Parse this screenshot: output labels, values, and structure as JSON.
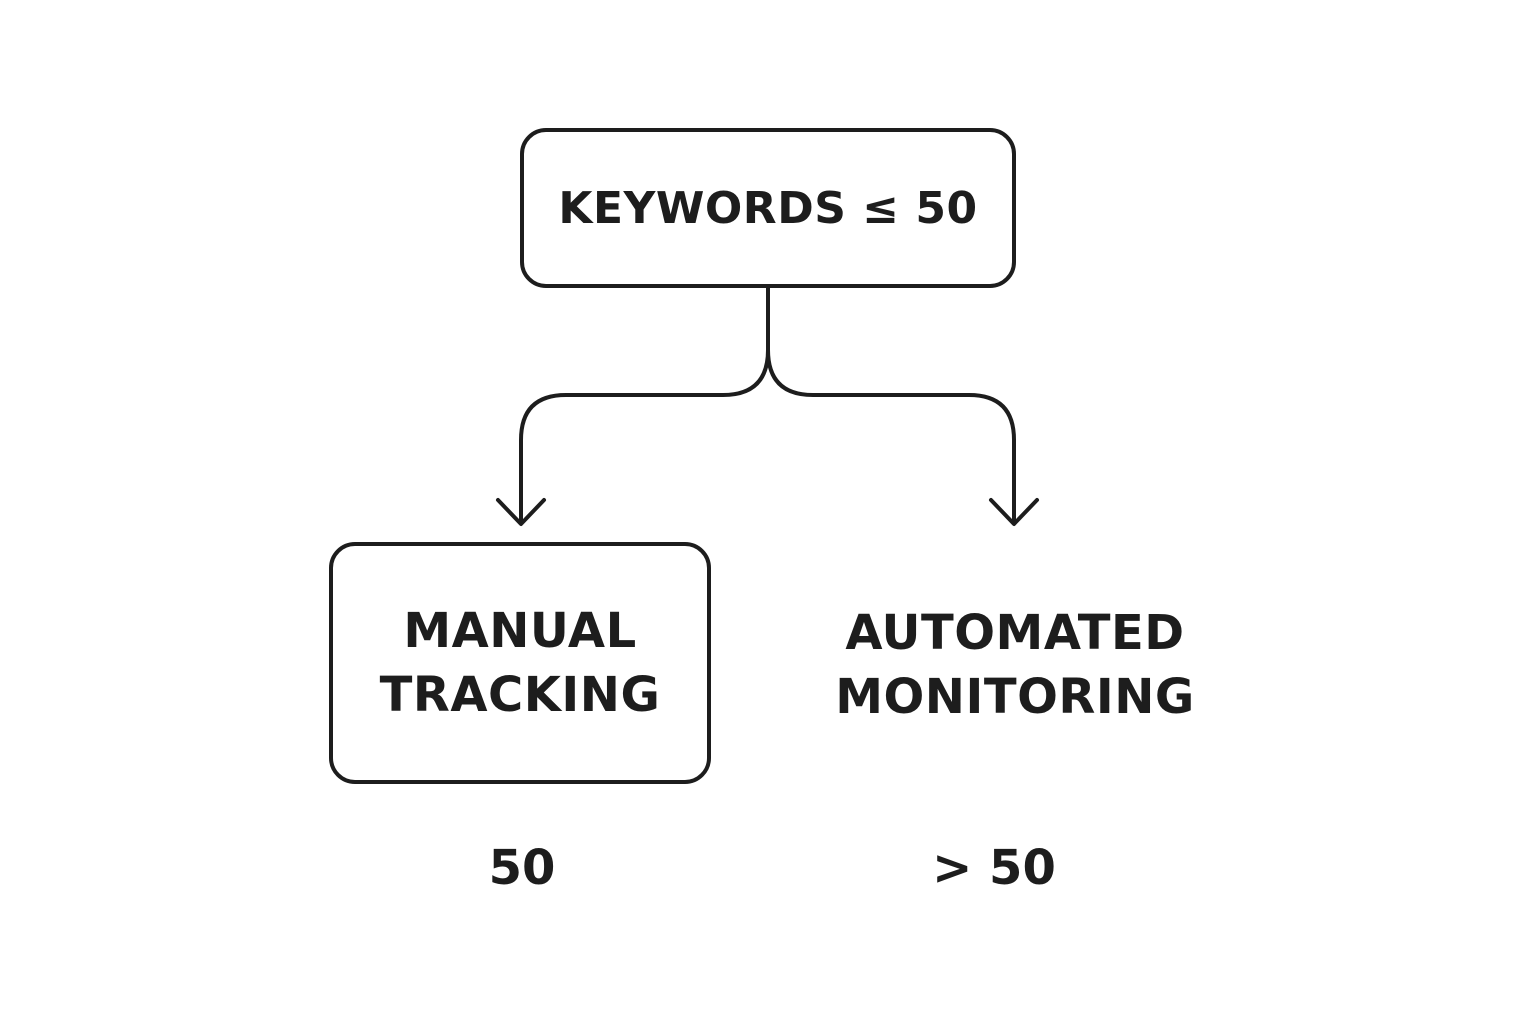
{
  "diagram": {
    "root": {
      "label": "KEYWORDS ≤ 50"
    },
    "branches": [
      {
        "line1": "MANUAL",
        "line2": "TRACKING",
        "value": "50",
        "boxed": true
      },
      {
        "line1": "AUTOMATED",
        "line2": "MONITORING",
        "value": "> 50",
        "boxed": false
      }
    ],
    "colors": {
      "stroke": "#1d1d1d",
      "background": "#ffffff"
    }
  }
}
